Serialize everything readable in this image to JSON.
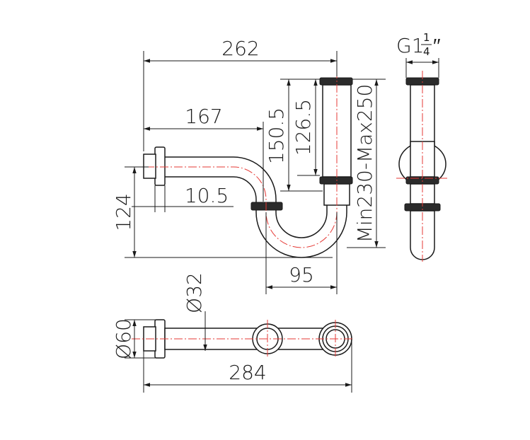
{
  "drawing": {
    "colors": {
      "outline": "#1a1a1a",
      "centerline": "#e53935",
      "background": "#ffffff"
    },
    "dimensions": {
      "d262": "262",
      "d167": "167",
      "d150_5": "150.5",
      "d126_5": "126.5",
      "d_min_max": "Min230-Max250",
      "d10_5": "10.5",
      "d124": "124",
      "d95": "95",
      "d32": "Ø32",
      "d60": "Ø60",
      "d284": "284",
      "thread_main": "G1",
      "thread_num": "1",
      "thread_den": "4",
      "thread_inch": "′′"
    }
  }
}
